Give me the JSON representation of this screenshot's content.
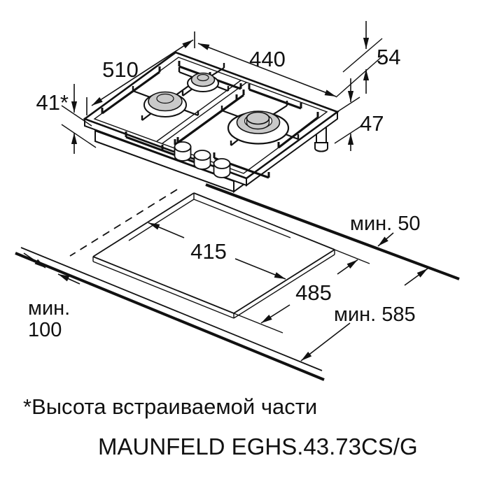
{
  "diagram": {
    "model": "MAUNFELD EGHS.43.73CS/G",
    "footnote": "*Высота встраиваемой части",
    "hob_dimensions": {
      "width": "440",
      "depth": "510",
      "profile_height": "54",
      "built_in_height": "41*",
      "under_height": "47"
    },
    "cutout_dimensions": {
      "width": "415",
      "depth": "485"
    },
    "clearances": {
      "rear": "мин. 50",
      "side_label": "мин.",
      "side_value": "100",
      "worktop_depth": "мин. 585"
    },
    "colors": {
      "line": "#111111",
      "burner_cap": "#c9c9c9",
      "background": "#ffffff"
    }
  }
}
